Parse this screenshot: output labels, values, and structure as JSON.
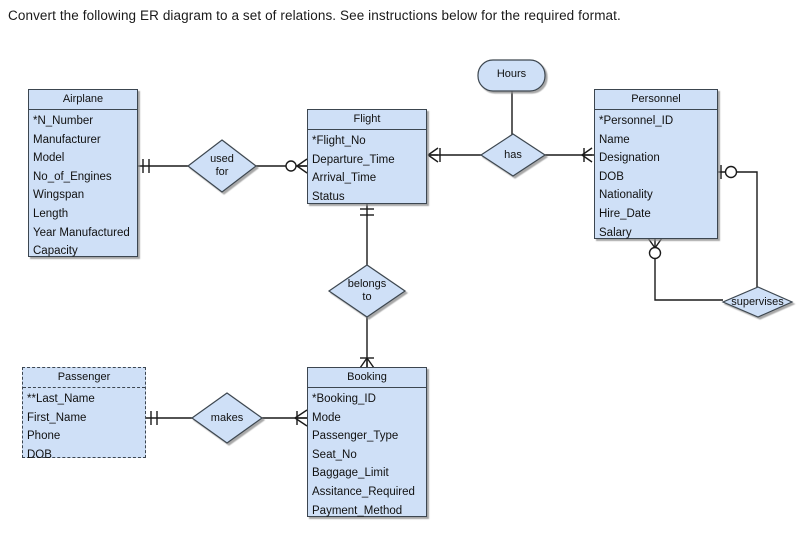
{
  "prompt": {
    "text": "Convert the following ER diagram to a set of relations. See instructions below for the required format."
  },
  "colors": {
    "entity_fill": "#cfe0f7",
    "entity_stroke": "#3c4650",
    "line": "#1a1a1a",
    "text": "#111111",
    "background": "#ffffff"
  },
  "diagram": {
    "entities": [
      {
        "id": "airplane",
        "title": "Airplane",
        "weak": false,
        "attributes": [
          "*N_Number",
          "Manufacturer",
          "Model",
          "No_of_Engines",
          "Wingspan",
          "Length",
          "Year Manufactured",
          "Capacity"
        ]
      },
      {
        "id": "flight",
        "title": "Flight",
        "weak": false,
        "attributes": [
          "*Flight_No",
          "Departure_Time",
          "Arrival_Time",
          "Status"
        ]
      },
      {
        "id": "personnel",
        "title": "Personnel",
        "weak": false,
        "attributes": [
          "*Personnel_ID",
          "Name",
          "Designation",
          "DOB",
          "Nationality",
          "Hire_Date",
          "Salary"
        ]
      },
      {
        "id": "passenger",
        "title": "Passenger",
        "weak": true,
        "attributes": [
          "**Last_Name",
          "First_Name",
          "Phone",
          "DOB"
        ]
      },
      {
        "id": "booking",
        "title": "Booking",
        "weak": false,
        "attributes": [
          "*Booking_ID",
          "Mode",
          "Passenger_Type",
          "Seat_No",
          "Baggage_Limit",
          "Assitance_Required",
          "Payment_Method"
        ]
      }
    ],
    "relationships": [
      {
        "id": "used-for",
        "label_line1": "used",
        "label_line2": "for"
      },
      {
        "id": "has",
        "label_line1": "has",
        "label_line2": ""
      },
      {
        "id": "belongs-to",
        "label_line1": "belongs",
        "label_line2": "to"
      },
      {
        "id": "makes",
        "label_line1": "makes",
        "label_line2": ""
      },
      {
        "id": "supervises",
        "label_line1": "supervises",
        "label_line2": ""
      }
    ],
    "attributes": [
      {
        "id": "hours",
        "label": "Hours"
      }
    ]
  }
}
